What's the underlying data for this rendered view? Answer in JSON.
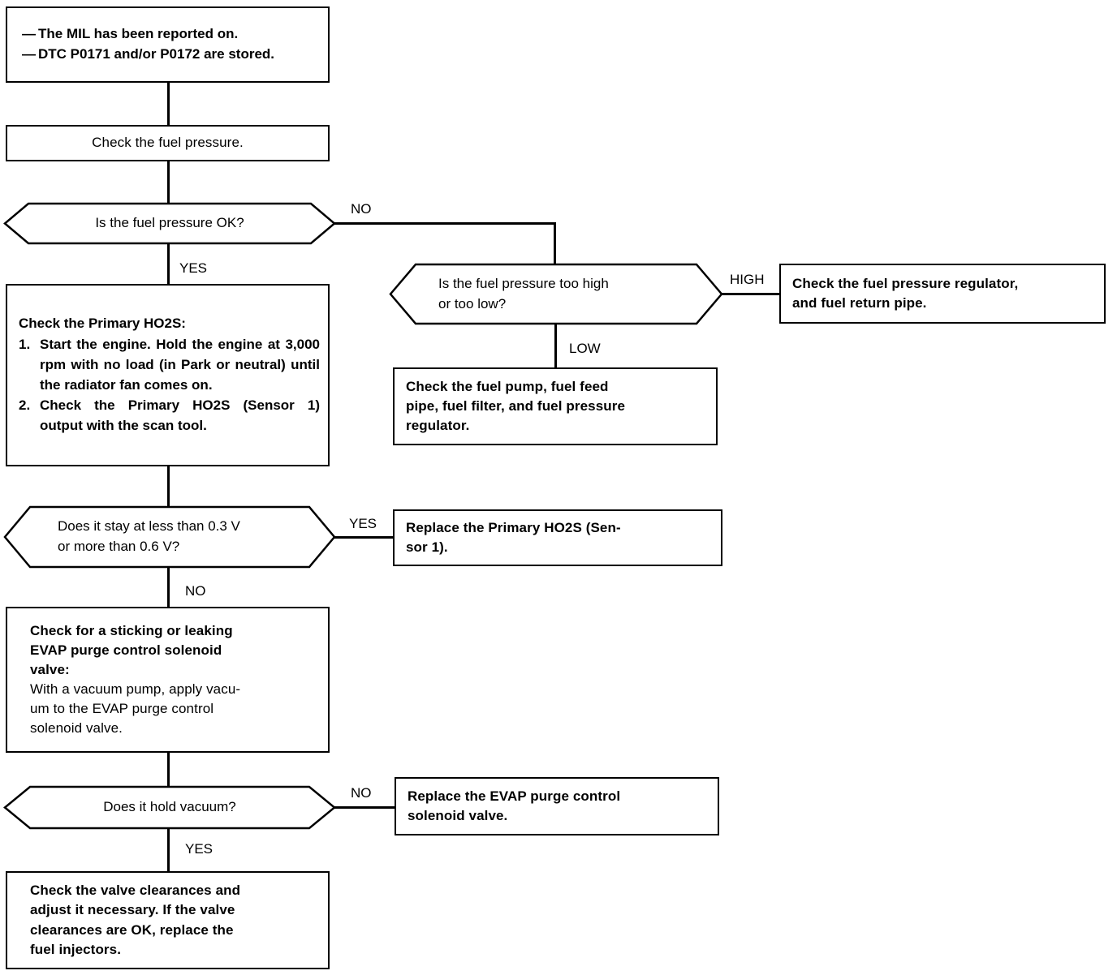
{
  "diagram": {
    "title": "Fuel system / Primary HO2S troubleshooting flowchart",
    "type": "flowchart",
    "nodes": {
      "start": {
        "kind": "terminal",
        "bullets": [
          {
            "dash": "—",
            "text": "The MIL has been reported on."
          },
          {
            "dash": "—",
            "text": "DTC P0171 and/or P0172 are stored."
          }
        ]
      },
      "check_fuel_pressure": {
        "kind": "process",
        "text": "Check the fuel pressure."
      },
      "q_fuel_pressure_ok": {
        "kind": "decision",
        "text": "Is the fuel pressure OK?"
      },
      "q_too_high_low": {
        "kind": "decision",
        "line1": "Is the fuel pressure too high",
        "line2": "or too low?"
      },
      "check_regulator_return": {
        "kind": "process",
        "line1": "Check the fuel pressure regulator,",
        "line2": "and fuel return pipe."
      },
      "check_pump_feed": {
        "kind": "process",
        "line1": "Check the fuel pump, fuel feed",
        "line2": "pipe, fuel filter, and fuel pressure",
        "line3": "regulator."
      },
      "check_primary_ho2s": {
        "kind": "process",
        "heading": "Check the Primary HO2S:",
        "items": [
          {
            "num": "1.",
            "text": "Start the engine. Hold the engine at 3,000 rpm with no load (in Park or neutral) until the radiator fan comes on."
          },
          {
            "num": "2.",
            "text": "Check the Primary HO2S (Sensor 1) output with the scan tool."
          }
        ]
      },
      "q_voltage": {
        "kind": "decision",
        "line1": "Does it stay at less than 0.3 V",
        "line2": "or more than 0.6 V?"
      },
      "replace_primary_ho2s": {
        "kind": "process",
        "line1": "Replace the Primary HO2S (Sen-",
        "line2": "sor 1)."
      },
      "check_evap": {
        "kind": "process",
        "bold_line1": "Check for a sticking or leaking",
        "bold_line2": "EVAP purge control solenoid",
        "bold_line3": "valve:",
        "plain_line1": "With a vacuum pump, apply vacu-",
        "plain_line2": "um to the EVAP purge control",
        "plain_line3": "solenoid valve."
      },
      "q_hold_vacuum": {
        "kind": "decision",
        "text": "Does it hold vacuum?"
      },
      "replace_evap": {
        "kind": "process",
        "line1": "Replace the EVAP purge control",
        "line2": "solenoid valve."
      },
      "check_valve_clearances": {
        "kind": "process",
        "line1": "Check the valve clearances and",
        "line2": "adjust it necessary. If the valve",
        "line3": "clearances are OK, replace the",
        "line4": "fuel injectors."
      }
    },
    "edge_labels": {
      "no_fuel_pressure": "NO",
      "yes_fuel_pressure": "YES",
      "high": "HIGH",
      "low": "LOW",
      "yes_voltage": "YES",
      "no_voltage": "NO",
      "no_vacuum": "NO",
      "yes_vacuum": "YES"
    },
    "colors": {
      "line": "#000000",
      "background": "#ffffff",
      "text": "#000000"
    }
  }
}
